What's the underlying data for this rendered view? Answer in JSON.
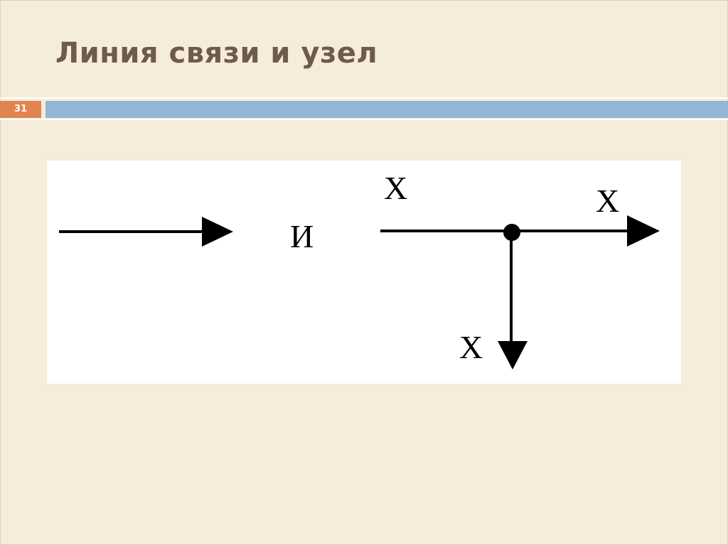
{
  "slide": {
    "title": "Линия связи и узел",
    "number": "31"
  },
  "diagram": {
    "and_label": "И",
    "node_label_top": "X",
    "node_label_right": "X",
    "node_label_bottom": "X"
  },
  "colors": {
    "background": "#f5edd9",
    "title": "#6e5a4e",
    "number_badge": "#e2844f",
    "header_bar": "#94b5d3",
    "diagram_panel": "#ffffff",
    "ink": "#000000"
  }
}
